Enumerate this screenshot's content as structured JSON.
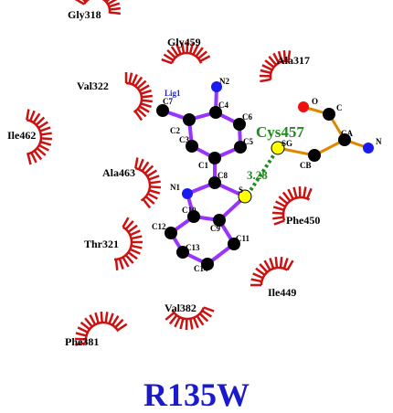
{
  "colors": {
    "ligand_bond": "#9933ff",
    "residue_bond": "#dd8800",
    "hbond": "#1a8c1a",
    "hydrophobic": "#cc1111",
    "carbon": "#000000",
    "nitrogen": "#1a1aee",
    "oxygen": "#ee1111",
    "sulfur": "#ffff00"
  },
  "ligand": {
    "name": "Lig1",
    "atoms": {
      "C7": "C7",
      "C2": "C2",
      "C4": "C4",
      "N2": "N2",
      "C6": "C6",
      "C3": "C3",
      "C5": "C5",
      "C1": "C1",
      "C8": "C8",
      "N1": "N1",
      "S": "S",
      "C10": "C10",
      "C9": "C9",
      "C12": "C12",
      "C11": "C11",
      "C13": "C13",
      "C14": "C14"
    }
  },
  "cys_residue": {
    "name": "Cys457",
    "atoms": {
      "O": "O",
      "C": "C",
      "CA": "CA",
      "N": "N",
      "SG": "SG",
      "CB": "CB"
    }
  },
  "hbond": {
    "distance": "3.28"
  },
  "hydrophobic_residues": [
    {
      "name": "Gly318"
    },
    {
      "name": "Gly459"
    },
    {
      "name": "Ala317"
    },
    {
      "name": "Val322"
    },
    {
      "name": "Ile462"
    },
    {
      "name": "Ala463"
    },
    {
      "name": "Phe450"
    },
    {
      "name": "Thr321"
    },
    {
      "name": "Ile449"
    },
    {
      "name": "Val382"
    },
    {
      "name": "Phe381"
    }
  ],
  "mutation": "R135W"
}
